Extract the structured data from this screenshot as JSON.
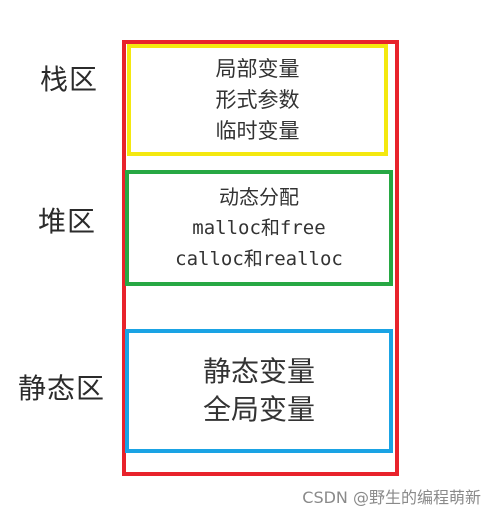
{
  "labels": {
    "stack": "栈区",
    "heap": "堆区",
    "static": "静态区"
  },
  "regions": {
    "stack": [
      "局部变量",
      "形式参数",
      "临时变量"
    ],
    "heap": [
      "动态分配",
      "malloc和free",
      "calloc和realloc"
    ],
    "static": [
      "静态变量",
      "全局变量"
    ]
  },
  "colors": {
    "outer": "#e8222b",
    "stack": "#f4e810",
    "heap": "#27a844",
    "static": "#1aa3e4"
  },
  "watermark": "CSDN @野生的编程萌新"
}
